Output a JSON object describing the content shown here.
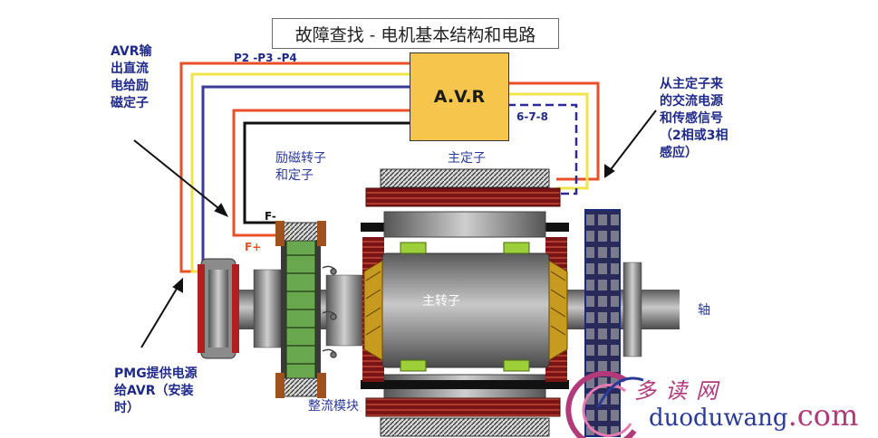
{
  "title": "故障查找 - 电机基本结构和电路",
  "avr_label": "A.V.R",
  "wire_labels": {
    "p_terminals": "P2 -P3 -P4",
    "sense_terminals": "6-7-8",
    "f_minus": "F-",
    "f_plus": "F+"
  },
  "annotations": {
    "avr_output": "AVR输\n出直流\n电给励\n磁定子",
    "main_stator_feed": "从主定子来\n的交流电源\n和传感信号\n（2相或3相\n感应）",
    "pmg_supply": "PMG提供电源\n给AVR（安装\n时）"
  },
  "components": {
    "exciter": "励磁转子\n和定子",
    "main_stator": "主定子",
    "main_rotor": "主转子",
    "shaft": "轴",
    "rectifier": "整流模块"
  },
  "watermark": {
    "chinese": "多读网",
    "domain_main": "duoduwang",
    "domain_suffix": ".com"
  },
  "colors": {
    "wire_orange": "#e8502a",
    "wire_blue": "#3a3a9a",
    "wire_yellow": "#f0e44a",
    "wire_black": "#111111",
    "avr_fill": "#f5c54c",
    "winding_red": "#8b1a1a",
    "core_steel": "#8e8e8e",
    "pole_green": "#9ccf3a"
  }
}
